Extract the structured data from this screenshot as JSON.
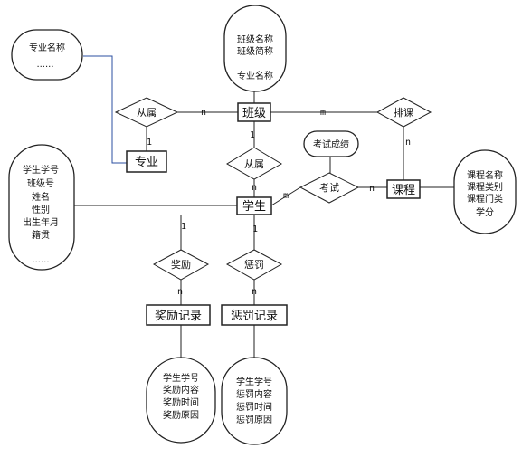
{
  "entities": {
    "major": "专业",
    "class": "班级",
    "student": "学生",
    "course": "课程",
    "reward_record": "奖励记录",
    "punish_record": "惩罚记录"
  },
  "relationships": {
    "major_class": "从属",
    "class_student": "从属",
    "schedule": "排课",
    "exam": "考试",
    "reward": "奖励",
    "punish": "惩罚"
  },
  "attributes": {
    "major": [
      "专业名称",
      "......"
    ],
    "class": [
      "班级名称",
      "班级简称",
      "专业名称"
    ],
    "student": [
      "学生学号",
      "班级号",
      "姓名",
      "性别",
      "出生年月",
      "籍贯",
      "......"
    ],
    "course": [
      "课程名称",
      "课程类别",
      "课程门类",
      "学分"
    ],
    "exam": "考试成绩",
    "reward_record": [
      "学生学号",
      "奖励内容",
      "奖励时间",
      "奖励原因"
    ],
    "punish_record": [
      "学生学号",
      "惩罚内容",
      "惩罚时间",
      "惩罚原因"
    ]
  },
  "cardinalities": {
    "major_side": "1",
    "class_side_major": "n",
    "class_top": "1",
    "student_side_class": "n",
    "class_side_course": "m",
    "course_side_class": "n",
    "student_side_exam": "m",
    "course_side_exam": "n",
    "student_reward": "1",
    "reward_record_side": "n",
    "student_punish": "1",
    "punish_record_side": "n"
  }
}
